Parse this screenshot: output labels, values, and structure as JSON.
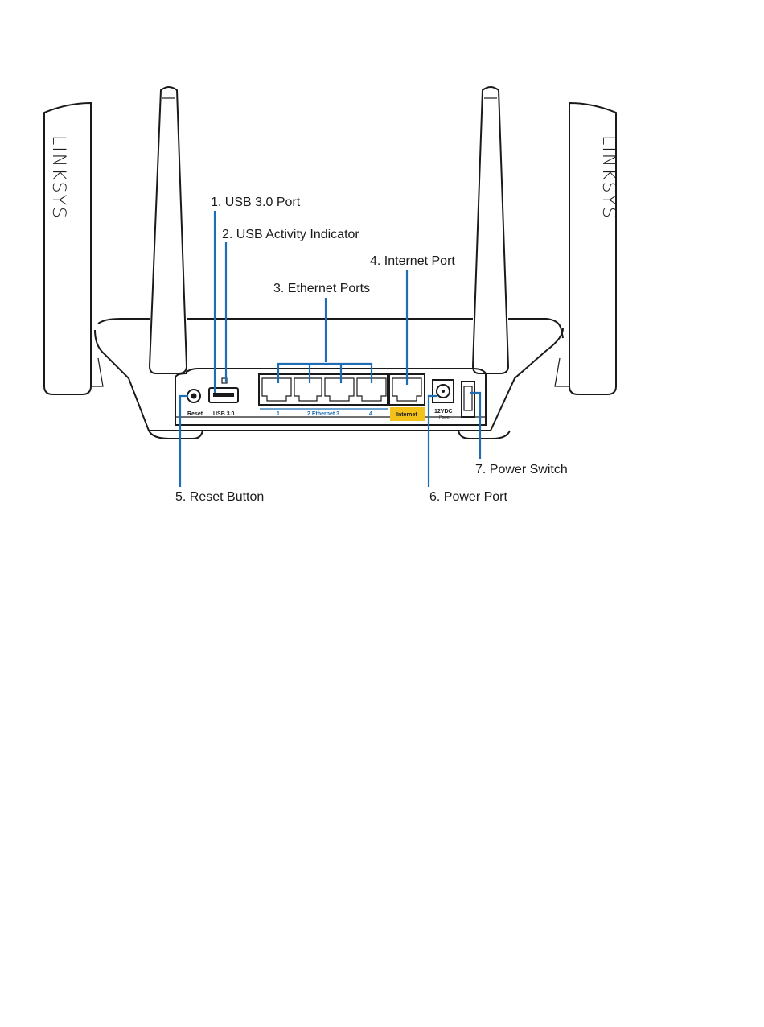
{
  "brand": {
    "left": "LINKSYS",
    "right": "LINKSYS"
  },
  "callouts": [
    {
      "id": "usb-port",
      "text": "1. USB 3.0 Port"
    },
    {
      "id": "usb-activity",
      "text": "2. USB Activity Indicator"
    },
    {
      "id": "ethernet-ports",
      "text": "3. Ethernet Ports"
    },
    {
      "id": "internet-port",
      "text": "4. Internet Port"
    },
    {
      "id": "reset-button",
      "text": "5. Reset Button"
    },
    {
      "id": "power-port",
      "text": "6. Power Port"
    },
    {
      "id": "power-switch",
      "text": "7. Power Switch"
    }
  ],
  "panel_labels": {
    "reset": "Reset",
    "usb": "USB 3.0",
    "eth1": "1",
    "eth_mid": "2 Ethernet 3",
    "eth4": "4",
    "internet": "Internet",
    "power_voltage": "12VDC",
    "power_word": "Power"
  },
  "colors": {
    "leader": "#1f6db5",
    "internet_highlight": "#f2c21b",
    "outline": "#1a1a1a"
  }
}
